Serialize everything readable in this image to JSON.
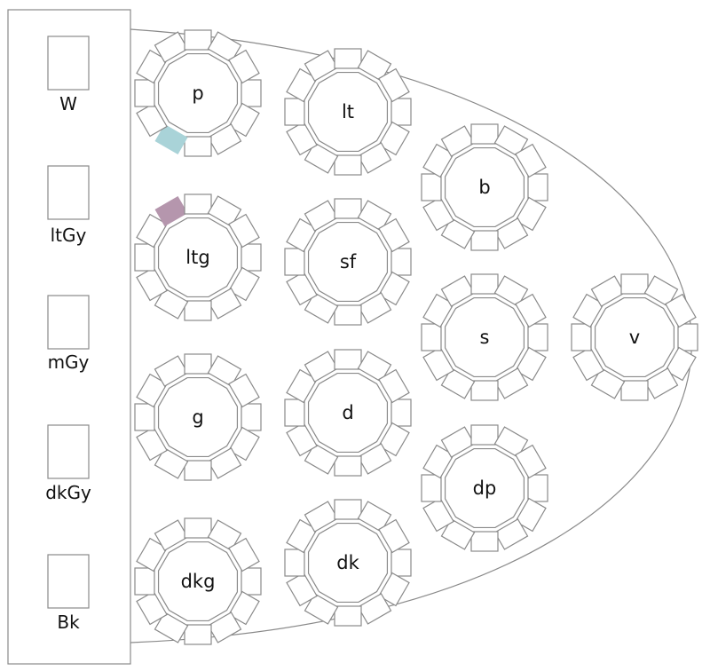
{
  "colors": {
    "outline": "#8a8a8a",
    "background": "#ffffff",
    "text": "#111111",
    "seat_teal": "#a9d3d8",
    "seat_mauve": "#b596ad"
  },
  "side_panel": {
    "items": [
      {
        "label": "W"
      },
      {
        "label": "ltGy"
      },
      {
        "label": "mGy"
      },
      {
        "label": "dkGy"
      },
      {
        "label": "Bk"
      }
    ]
  },
  "tables": [
    {
      "label": "p",
      "seats": 12,
      "highlight": {
        "seat": 4,
        "color": "teal"
      }
    },
    {
      "label": "lt",
      "seats": 12
    },
    {
      "label": "b",
      "seats": 12
    },
    {
      "label": "ltg",
      "seats": 12,
      "highlight": {
        "seat": 8,
        "color": "mauve"
      }
    },
    {
      "label": "sf",
      "seats": 12
    },
    {
      "label": "s",
      "seats": 12
    },
    {
      "label": "v",
      "seats": 12
    },
    {
      "label": "g",
      "seats": 12
    },
    {
      "label": "d",
      "seats": 12
    },
    {
      "label": "dp",
      "seats": 12
    },
    {
      "label": "dkg",
      "seats": 12
    },
    {
      "label": "dk",
      "seats": 12
    }
  ]
}
